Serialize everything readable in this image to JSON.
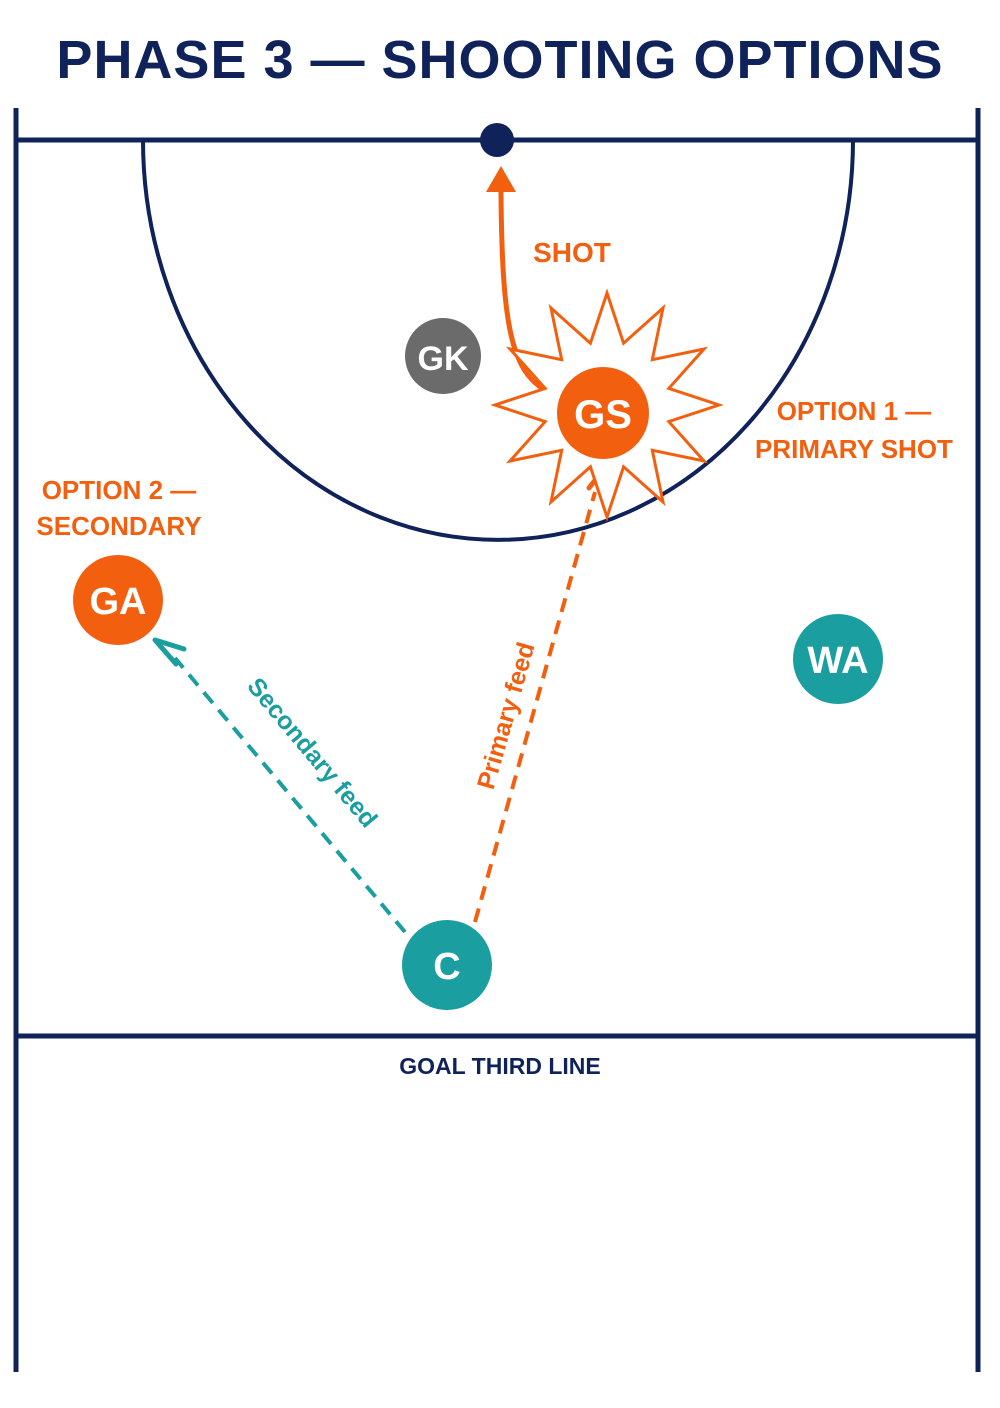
{
  "title": "PHASE 3 — SHOOTING OPTIONS",
  "colors": {
    "navy": "#0f2259",
    "orange": "#f2600f",
    "teal": "#1a9ea0",
    "gray": "#6b6b6b"
  },
  "players": {
    "gs": "GS",
    "gk": "GK",
    "ga": "GA",
    "wa": "WA",
    "c": "C"
  },
  "labels": {
    "shot": "SHOT",
    "option1_line1": "OPTION 1 —",
    "option1_line2": "PRIMARY SHOT",
    "option2_line1": "OPTION 2 —",
    "option2_line2": "SECONDARY",
    "primary_feed": "Primary feed",
    "secondary_feed": "Secondary feed",
    "goal_third_line": "GOAL THIRD LINE"
  }
}
